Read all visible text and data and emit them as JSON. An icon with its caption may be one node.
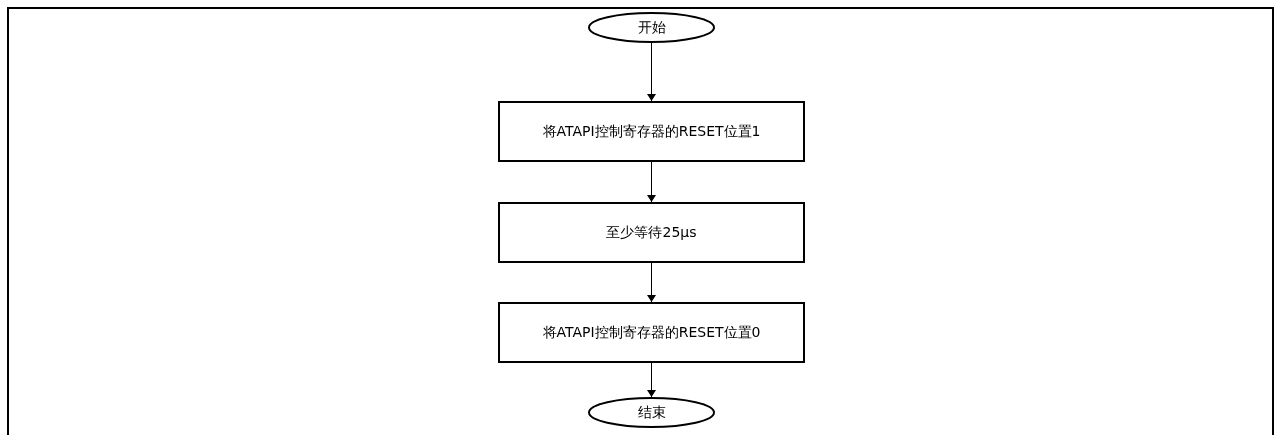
{
  "diagram": {
    "nodes": [
      {
        "text": [
          "开始"
        ]
      },
      {
        "text": [
          "将ATAPI控制寄存器的RESET位置1"
        ]
      },
      {
        "text": [
          "至少等待25μs"
        ]
      },
      {
        "text": [
          "将ATAPI控制寄存器的RESET位置0"
        ]
      },
      {
        "text": [
          "结束"
        ]
      }
    ],
    "edges": [
      {
        "from": 0,
        "to": 1,
        "arrow": "to"
      },
      {
        "from": 1,
        "to": 2,
        "arrow": "to"
      },
      {
        "from": 2,
        "to": 3,
        "arrow": "to"
      },
      {
        "from": 3,
        "to": 4,
        "arrow": "to"
      }
    ]
  }
}
